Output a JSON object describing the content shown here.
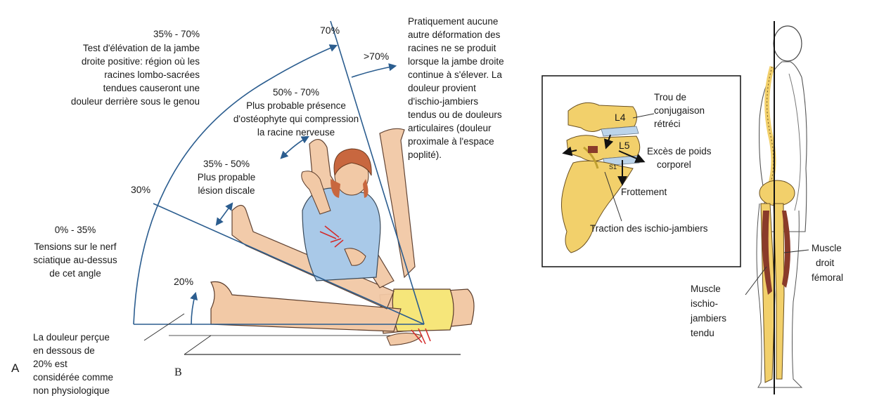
{
  "panel_labels": {
    "a": "A",
    "b": "B"
  },
  "angles": {
    "a70": "70%",
    "a_gt70": ">70%",
    "a30": "30%",
    "a20": "20%"
  },
  "notes": {
    "range_35_70": {
      "heading": "35% - 70%",
      "lines": [
        "Test d'élévation de la jambe",
        "droite positive: région où les",
        "racines lombo-sacrées",
        "tendues causeront une",
        "douleur derrière sous le genou"
      ]
    },
    "range_50_70": {
      "heading": "50% - 70%",
      "lines": [
        "Plus probable présence",
        "d'ostéophyte qui compression",
        "la racine nerveuse"
      ]
    },
    "range_35_50": {
      "heading": "35% - 50%",
      "lines": [
        "Plus propable",
        "lésion discale"
      ]
    },
    "range_0_35": {
      "heading": "0% - 35%",
      "lines": [
        "Tensions sur le nerf",
        "sciatique au-dessus",
        "de cet angle"
      ]
    },
    "below_20": {
      "lines": [
        "La douleur perçue",
        "en dessous de",
        "20% est",
        "considérée comme",
        "non physiologique"
      ]
    },
    "above_70": {
      "lines": [
        "Pratiquement aucune",
        "autre déformation des",
        "racines ne se produit",
        "lorsque la jambe droite",
        "continue à s'élever. La",
        "douleur provient",
        "d'ischio-jambiers",
        "tendus ou de douleurs",
        "articulaires (douleur",
        "proximale à l'espace",
        "poplité)."
      ]
    }
  },
  "inset": {
    "vertebra_l4": "L4",
    "vertebra_l5": "L5",
    "vertebra_s1": "S1",
    "foramen": [
      "Trou de",
      "conjugaison",
      "rétréci"
    ],
    "weight": [
      "Excès de poids",
      "corporel"
    ],
    "friction": "Frottement",
    "traction": "Traction des ischio-jambiers"
  },
  "figure_labels": {
    "rectus": [
      "Muscle",
      "droit",
      "fémoral"
    ],
    "hamstring": [
      "Muscle",
      "ischio-",
      "jambiers",
      "tendu"
    ]
  },
  "colors": {
    "arc_blue": "#2b5d8f",
    "skin": "#f2c9a6",
    "shirt": "#a9c9e8",
    "hair": "#c8673f",
    "shorts": "#f6e67a",
    "bone": "#f2d06b",
    "muscle": "#8a3b2a",
    "pain_red": "#d42a2a"
  }
}
